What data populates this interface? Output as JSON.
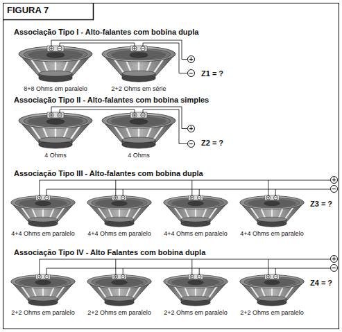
{
  "diagram": {
    "title": "FIGURA 7",
    "labels": [
      "Associação Tipo I - Alto-falantes com bobina dupla",
      "8+8 Ohms em paralelo",
      "2+2 Ohms em série",
      "+",
      "−",
      "Z1 = ?",
      "Associação Tipo II - Alto-falantes com bobina simples",
      "4 Ohms",
      "4 Ohms",
      "+",
      "−",
      "Z2 = ?",
      "Associação Tipo III - Alto-falantes com bobina dupla",
      "4+4 Ohms em paralelo",
      "4+4 Ohms em paralelo",
      "4+4 Ohms em paralelo",
      "4+4 Ohms em paralelo",
      "+",
      "−",
      "Z3 = ?",
      "Associação Tipo IV - Alto Falantes com bobina dupla",
      "2+2 Ohms em paralelo",
      "2+2 Ohms em paralelo",
      "2+2 Ohms em paralelo",
      "2+2 Ohms em paralelo",
      "+",
      "−",
      "Z4 = ?"
    ]
  }
}
